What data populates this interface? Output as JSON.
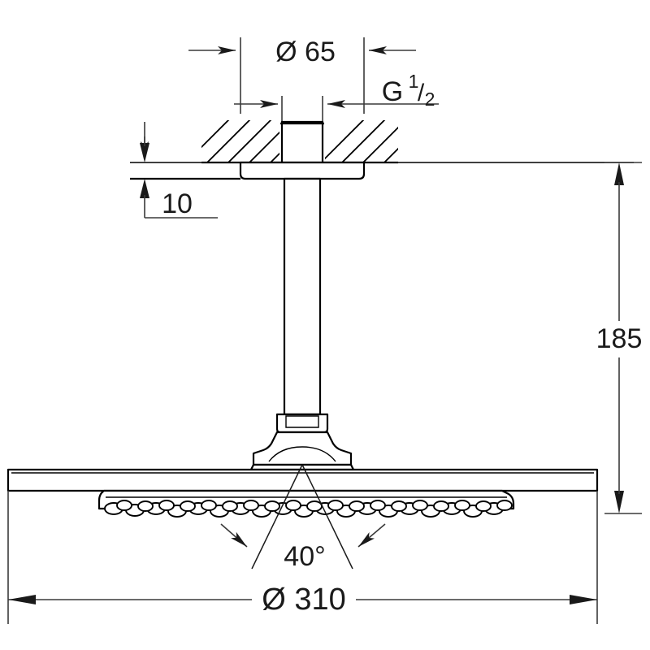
{
  "drawing": {
    "title": "Ceiling mounted shower head dimensional drawing",
    "product": "rain shower head with ceiling arm",
    "units": "mm",
    "background_color": "#ffffff",
    "line_color": "#000000",
    "dimension_color": "#3a3a3a"
  },
  "dimensions": {
    "flange_diameter": {
      "label": "Ø 65",
      "value": 65,
      "symbol": "Ø",
      "position": "top"
    },
    "thread": {
      "label_main": "G",
      "label_numerator": "1",
      "label_slash": "/",
      "label_denominator": "2",
      "full": "G 1/2",
      "position": "top-right"
    },
    "flange_height": {
      "label": "10",
      "value": 10,
      "position": "left"
    },
    "projection_height": {
      "label": "185",
      "value": 185,
      "position": "right"
    },
    "spray_angle": {
      "label": "40°",
      "value": 40,
      "unit": "°",
      "position": "bottom-center"
    },
    "head_diameter": {
      "label": "Ø 310",
      "value": 310,
      "symbol": "Ø",
      "position": "bottom"
    }
  },
  "parts": {
    "ceiling": "ceiling-section-hatched",
    "inlet": "g-half-inlet-connector",
    "flange": "ceiling-flange-escutcheon",
    "arm": "vertical-shower-arm",
    "ball_joint": "shower-head-connector",
    "head": "round-shower-head-disc",
    "nozzles": "spray-nozzle-array"
  }
}
